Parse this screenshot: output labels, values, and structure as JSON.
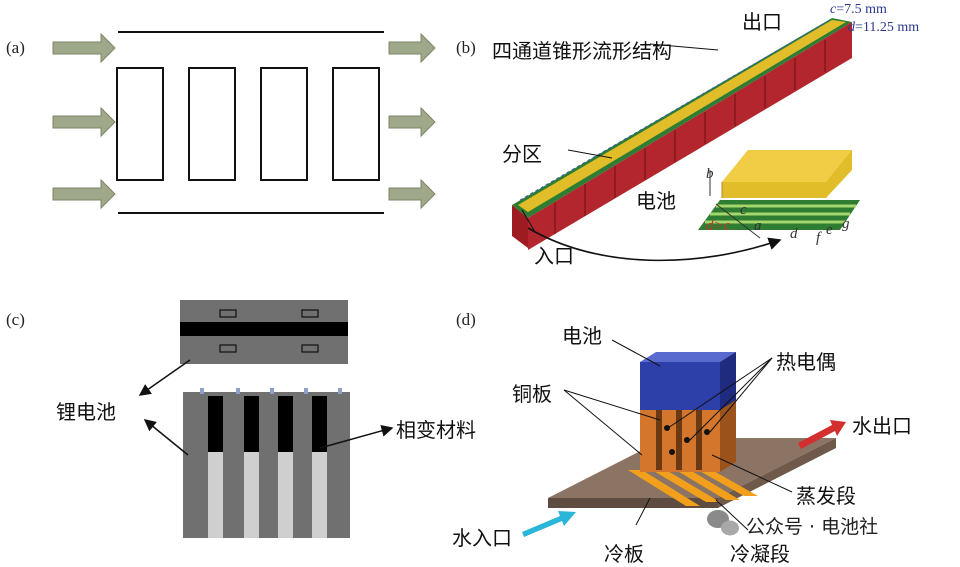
{
  "panels": {
    "a": {
      "tag": "(a)"
    },
    "b": {
      "tag": "(b)",
      "title": "四通道锥形流形结构",
      "outlet": "出口",
      "c_var": "c",
      "c_val": "=7.5 mm",
      "d_var": "d",
      "d_val": "=11.25 mm",
      "zone": "分区",
      "battery": "电池",
      "inlet": "入口",
      "inset": {
        "b": "b",
        "c": "c",
        "d_gt_c": "d>c",
        "a": "a",
        "d": "d",
        "f": "f",
        "e": "e",
        "g": "g"
      }
    },
    "c": {
      "tag": "(c)",
      "li_battery": "锂电池",
      "pcm": "相变材料"
    },
    "d": {
      "tag": "(d)",
      "battery": "电池",
      "thermocouple": "热电偶",
      "copper_plate": "铜板",
      "water_outlet": "水出口",
      "evaporator": "蒸发段",
      "water_inlet": "水入口",
      "cold_plate": "冷板",
      "condenser": "冷凝段"
    }
  },
  "watermark": "公众号 · 电池社",
  "colors": {
    "arrow_fill": "#9fa88a",
    "accent_red": "#c0392b",
    "accent_blue": "#2ab5d9",
    "dim_blue": "#2b3a8c"
  }
}
